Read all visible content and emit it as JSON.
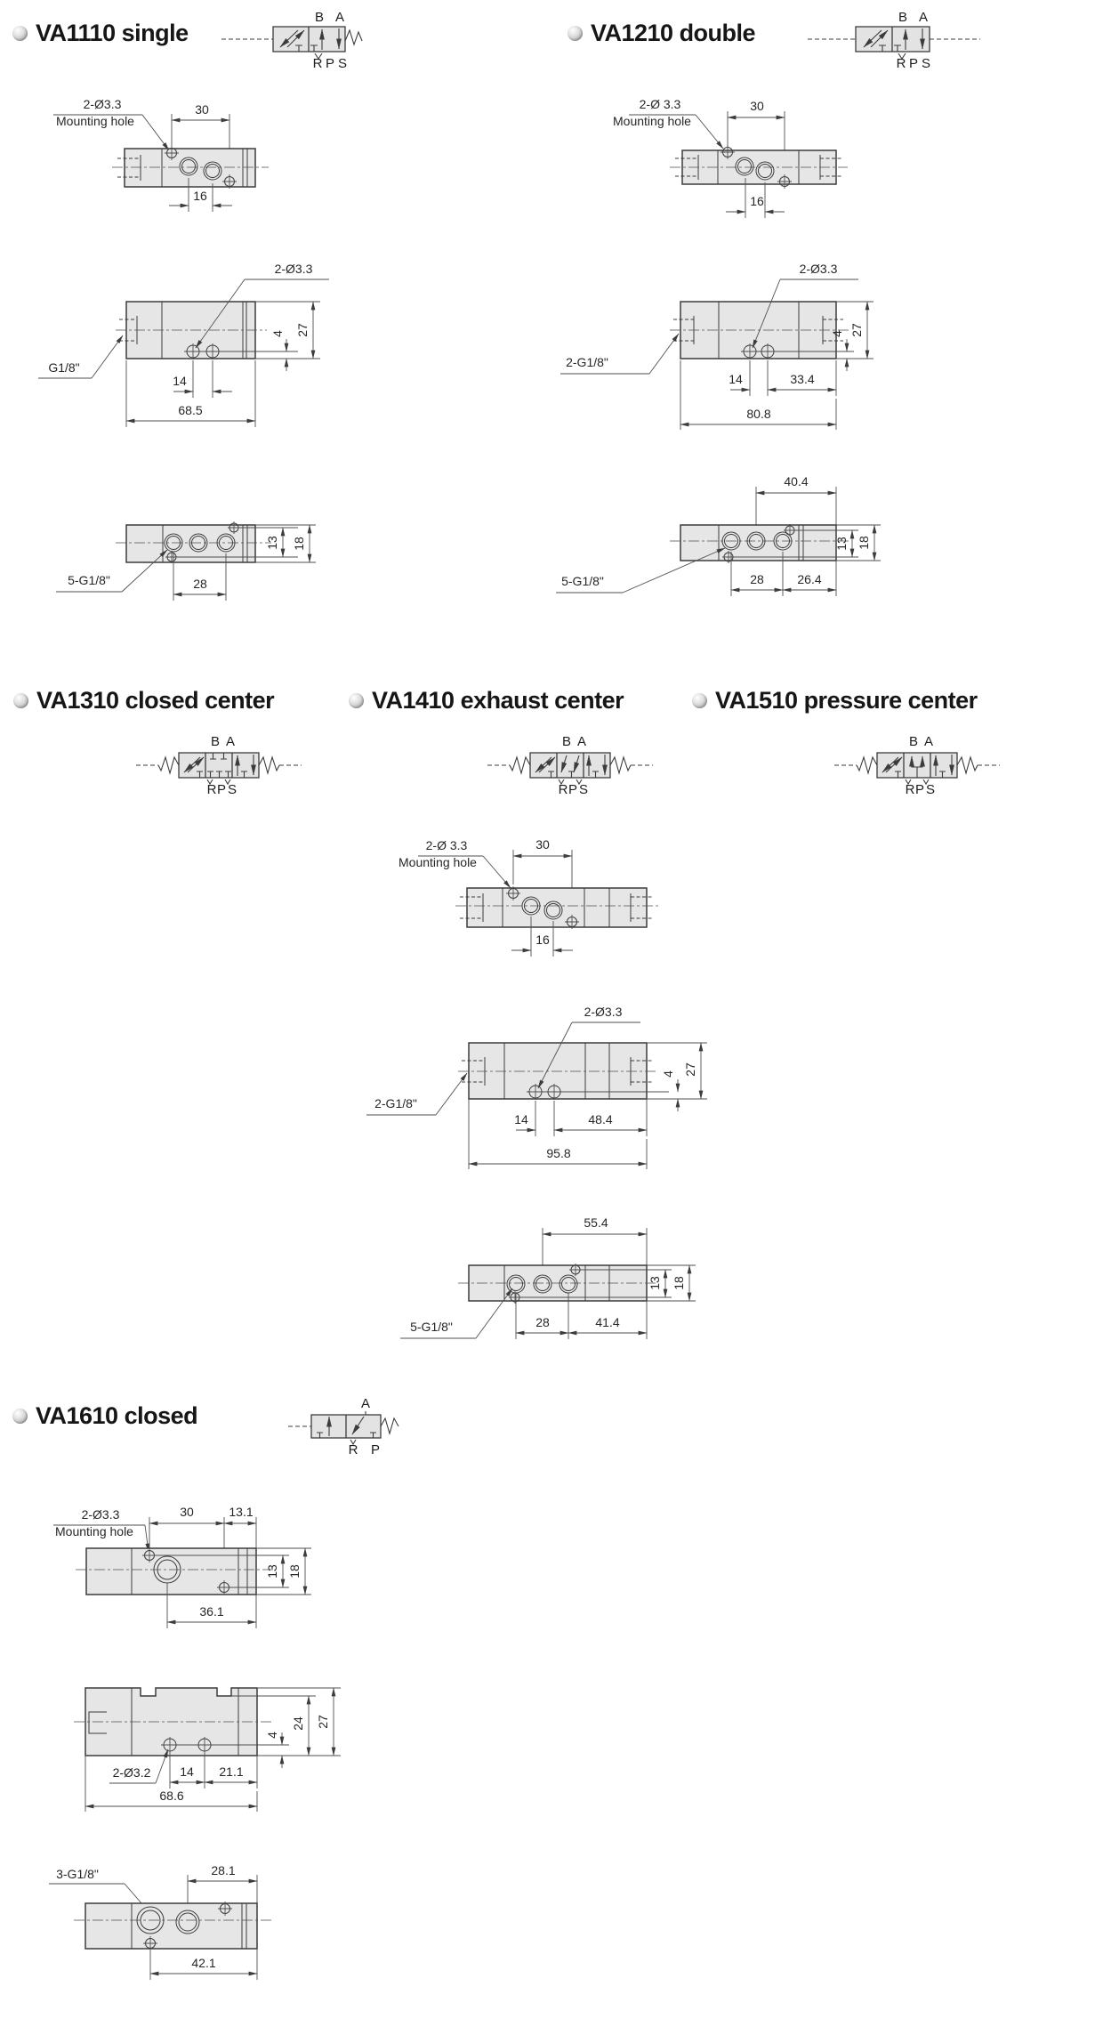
{
  "headers": {
    "va1110": "VA1110 single",
    "va1210": "VA1210 double",
    "va1310": "VA1310 closed center",
    "va1410": "VA1410 exhaust center",
    "va1510": "VA1510 pressure center",
    "va1610": "VA1610 closed"
  },
  "ports": {
    "b": "B",
    "a": "A",
    "r": "R",
    "p": "P",
    "s": "S"
  },
  "colors": {
    "body_fill": "#e6e6e6",
    "outline": "#3c3c3c",
    "dimension": "#4f4f4f"
  },
  "va1110": {
    "top": {
      "note1": "2-Ø3.3",
      "note2": "Mounting hole",
      "pitch30": "30",
      "pitch16": "16"
    },
    "front": {
      "note": "2-Ø3.3",
      "port": "G1/8\"",
      "d14": "14",
      "d685": "68.5",
      "d4": "4",
      "d27": "27"
    },
    "bottom": {
      "port": "5-G1/8\"",
      "d28": "28",
      "d13": "13",
      "d18": "18"
    }
  },
  "va1210": {
    "top": {
      "note1": "2-Ø 3.3",
      "note2": "Mounting hole",
      "pitch30": "30",
      "pitch16": "16"
    },
    "front": {
      "note": "2-Ø3.3",
      "port": "2-G1/8\"",
      "d14": "14",
      "d334": "33.4",
      "d808": "80.8",
      "d4": "4",
      "d27": "27"
    },
    "bottom": {
      "port": "5-G1/8\"",
      "d404": "40.4",
      "d28": "28",
      "d264": "26.4",
      "d13": "13",
      "d18": "18"
    }
  },
  "center": {
    "top": {
      "note1": "2-Ø 3.3",
      "note2": "Mounting hole",
      "pitch30": "30",
      "pitch16": "16"
    },
    "front": {
      "note": "2-Ø3.3",
      "port": "2-G1/8\"",
      "d14": "14",
      "d484": "48.4",
      "d958": "95.8",
      "d4": "4",
      "d27": "27"
    },
    "bottom": {
      "port": "5-G1/8\"",
      "d554": "55.4",
      "d28": "28",
      "d414": "41.4",
      "d13": "13",
      "d18": "18"
    }
  },
  "va1610": {
    "top": {
      "note1": "2-Ø3.3",
      "note2": "Mounting hole",
      "d30": "30",
      "d131": "13.1",
      "d361": "36.1",
      "d13": "13",
      "d18": "18"
    },
    "front": {
      "note": "2-Ø3.2",
      "d14": "14",
      "d211": "21.1",
      "d686": "68.6",
      "d4": "4",
      "d24": "24",
      "d27": "27"
    },
    "bottom": {
      "port": "3-G1/8\"",
      "d281": "28.1",
      "d421": "42.1"
    }
  }
}
